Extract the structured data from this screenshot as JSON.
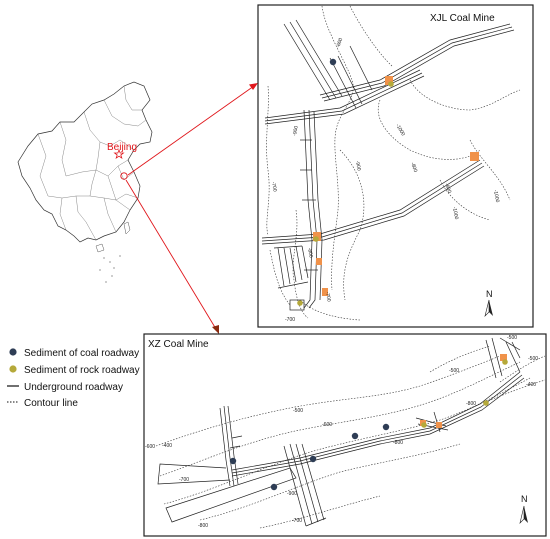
{
  "china_map": {
    "city_label": "Beijing",
    "city_marker_color": "#e0161b"
  },
  "xjl_panel": {
    "title": "XJL Coal Mine",
    "north_label": "N",
    "contour_labels": [
      "-600",
      "-900",
      "-1000",
      "-800",
      "-900",
      "-1000",
      "-900",
      "-700",
      "-700",
      "-1000",
      "-800",
      "-700"
    ]
  },
  "xz_panel": {
    "title": "XZ Coal Mine",
    "north_label": "N",
    "contour_labels": [
      "-400",
      "-500",
      "-600",
      "-700",
      "-800",
      "-900",
      "-600",
      "-700",
      "-800",
      "-500",
      "-800",
      "-500",
      "-400",
      "-500"
    ]
  },
  "legend": {
    "items": [
      {
        "label": "Sediment of coal roadway",
        "symbol": "dot",
        "color": "#2e3d55"
      },
      {
        "label": "Sediment of rock roadway",
        "symbol": "dot",
        "color": "#b5a93a"
      },
      {
        "label": "Underground roadway",
        "symbol": "solid-line",
        "color": "#111111"
      },
      {
        "label": "Contour line",
        "symbol": "dotted-line",
        "color": "#111111"
      }
    ]
  },
  "colors": {
    "arrow": "#e0161b",
    "arrow_dark": "#8a2a10",
    "goaf_patch": "#f0924a",
    "panel_border": "#222222"
  }
}
